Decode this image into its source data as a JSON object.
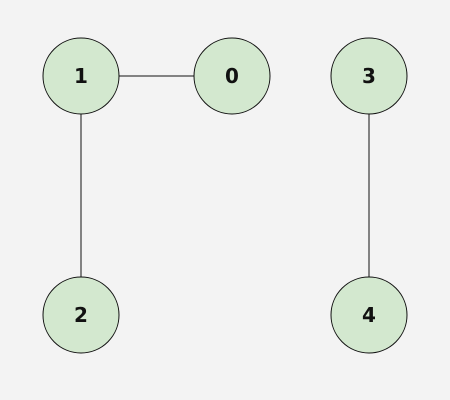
{
  "diagram": {
    "type": "undirected-graph",
    "colors": {
      "background": "#f3f3f3",
      "node_fill": "#d3e8cf",
      "node_stroke": "#111111",
      "edge": "#111111",
      "label": "#111111"
    },
    "nodes": [
      {
        "id": "1",
        "label": "1"
      },
      {
        "id": "0",
        "label": "0"
      },
      {
        "id": "3",
        "label": "3"
      },
      {
        "id": "2",
        "label": "2"
      },
      {
        "id": "4",
        "label": "4"
      }
    ],
    "edges": [
      {
        "from": "1",
        "to": "0"
      },
      {
        "from": "1",
        "to": "2"
      },
      {
        "from": "3",
        "to": "4"
      }
    ]
  }
}
